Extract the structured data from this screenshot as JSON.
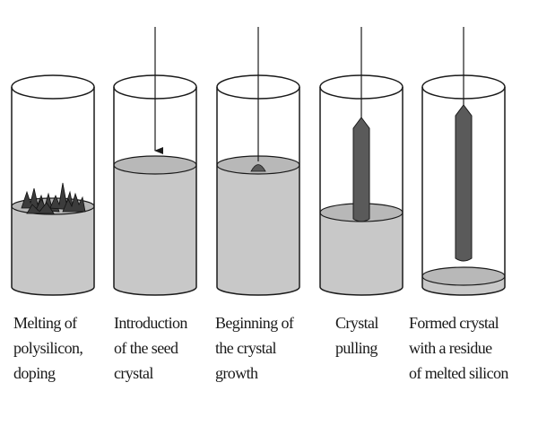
{
  "stages": [
    {
      "id": "melting",
      "caption": [
        "Melting of",
        "polysilicon,",
        "doping"
      ]
    },
    {
      "id": "seed-introduction",
      "caption": [
        "Introduction",
        "of the seed",
        "crystal"
      ]
    },
    {
      "id": "growth-beginning",
      "caption": [
        "Beginning of",
        "the crystal",
        "growth"
      ]
    },
    {
      "id": "pulling",
      "caption": [
        "Crystal",
        "pulling"
      ]
    },
    {
      "id": "formed",
      "caption": [
        "Formed crystal",
        "with a residue",
        "of melted silicon"
      ]
    }
  ],
  "colors": {
    "background": "#ffffff",
    "outline": "#1a1a1a",
    "melt": "#c8c8c8",
    "melt_surface": "#b4b4b4",
    "crystal": "#5a5a5a",
    "polysilicon": "#3c3c3c"
  }
}
